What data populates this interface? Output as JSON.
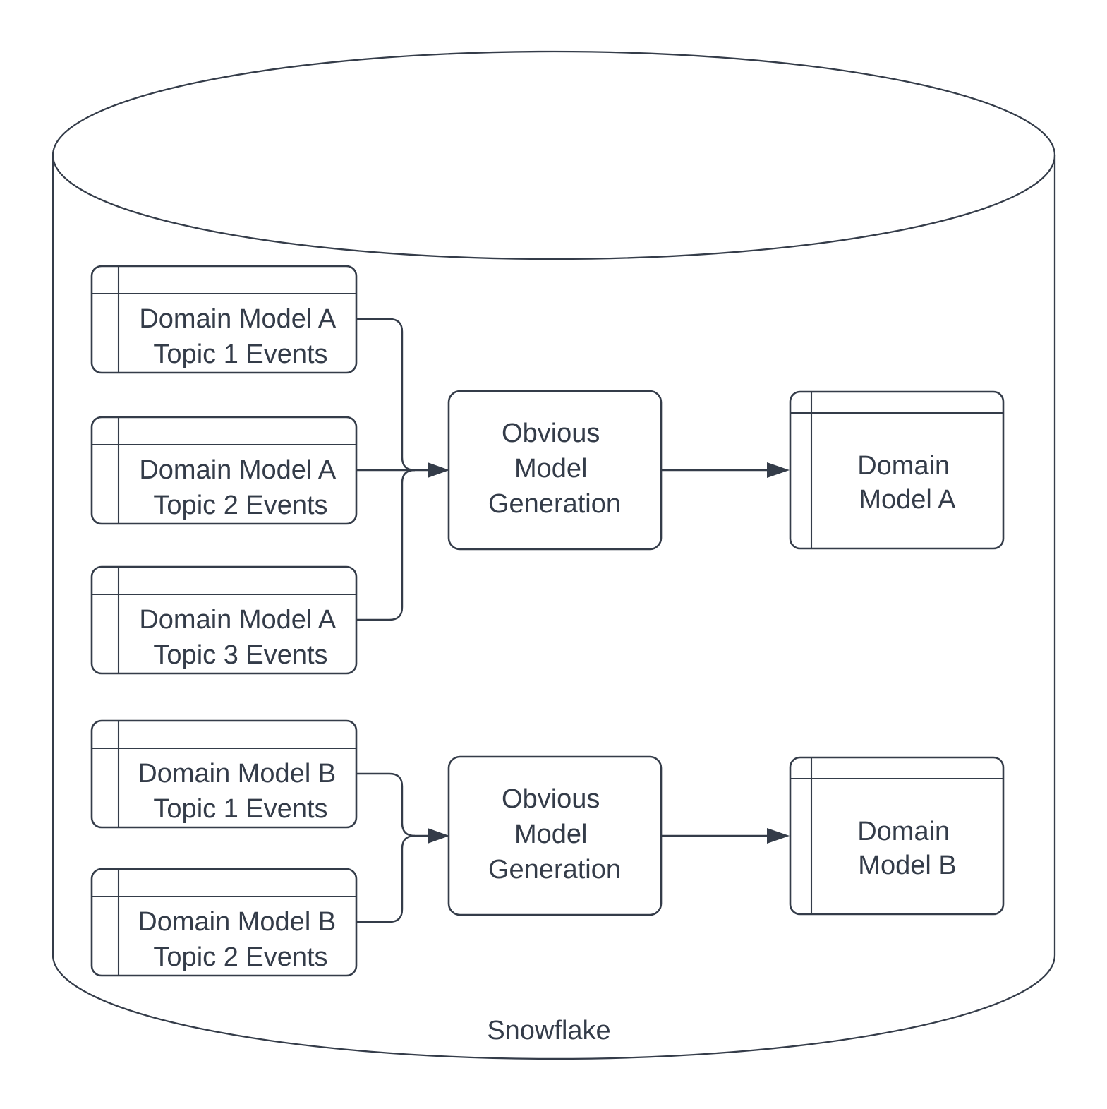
{
  "colors": {
    "stroke": "#343C49",
    "text": "#343C49",
    "background": "#ffffff"
  },
  "container": {
    "label": "Snowflake"
  },
  "nodes": {
    "topic_a1": {
      "line1": "Domain Model A",
      "line2": "Topic 1 Events"
    },
    "topic_a2": {
      "line1": "Domain Model A",
      "line2": "Topic 2 Events"
    },
    "topic_a3": {
      "line1": "Domain Model A",
      "line2": "Topic 3 Events"
    },
    "topic_b1": {
      "line1": "Domain Model B",
      "line2": "Topic 1 Events"
    },
    "topic_b2": {
      "line1": "Domain Model B",
      "line2": "Topic 2 Events"
    },
    "process_a": {
      "line1": "Obvious",
      "line2": "Model",
      "line3": "Generation"
    },
    "process_b": {
      "line1": "Obvious",
      "line2": "Model",
      "line3": "Generation"
    },
    "output_a": {
      "line1": "Domain",
      "line2": "Model A"
    },
    "output_b": {
      "line1": "Domain",
      "line2": "Model B"
    }
  }
}
